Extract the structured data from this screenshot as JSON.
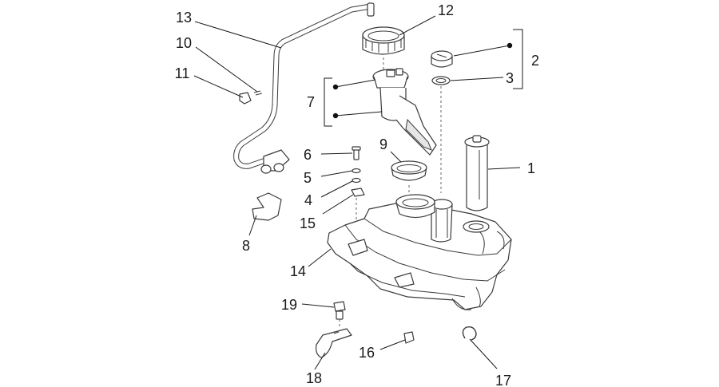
{
  "callouts": {
    "n1": "1",
    "n2": "2",
    "n3": "3",
    "n4": "4",
    "n5": "5",
    "n6": "6",
    "n7": "7",
    "n8": "8",
    "n9": "9",
    "n10": "10",
    "n11": "11",
    "n12": "12",
    "n13": "13",
    "n14": "14",
    "n15": "15",
    "n16": "16",
    "n17": "17",
    "n18": "18",
    "n19": "19"
  },
  "colors": {
    "line": "#3a3a3a",
    "text": "#1a1a1a",
    "shade": "#e6e6e6"
  }
}
